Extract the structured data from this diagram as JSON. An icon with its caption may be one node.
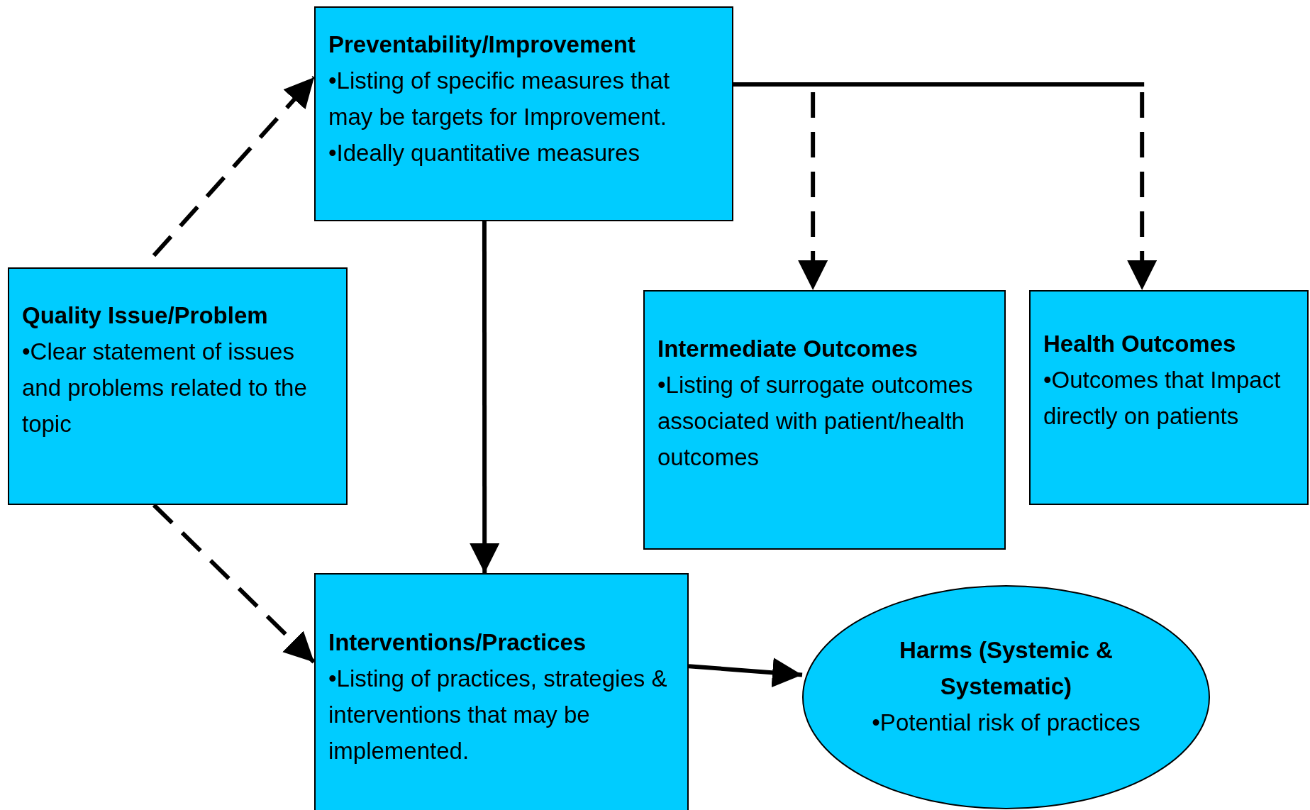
{
  "diagram": {
    "nodes": [
      {
        "text": [
          "Preventability/Improvement",
          "•Listing of specific measures that may be targets for Improvement.",
          "•Ideally quantitative measures"
        ]
      },
      {
        "text": [
          "Quality Issue/Problem",
          "•Clear statement of issues and problems related to the topic"
        ]
      },
      {
        "text": [
          "Intermediate Outcomes",
          "•Listing of surrogate outcomes associated with patient/health outcomes"
        ]
      },
      {
        "text": [
          "Health Outcomes",
          "•Outcomes that Impact directly on patients"
        ]
      },
      {
        "text": [
          "Interventions/Practices",
          "•Listing of  practices, strategies & interventions that may be implemented."
        ]
      },
      {
        "text": [
          "Harms (Systemic & Systematic)",
          "•Potential risk of practices"
        ]
      }
    ],
    "edges": [
      {
        "from": 1,
        "to": 0,
        "arrow": "to",
        "style": "dashed"
      },
      {
        "from": 1,
        "to": 4,
        "arrow": "to",
        "style": "dashed"
      },
      {
        "from": 0,
        "to": 4,
        "arrow": "to"
      },
      {
        "from": 0,
        "to": 2,
        "arrow": "to",
        "style": "dashed"
      },
      {
        "from": 0,
        "to": 3,
        "arrow": "to",
        "style": "dashed"
      },
      {
        "from": 4,
        "to": 5,
        "arrow": "to"
      }
    ]
  }
}
